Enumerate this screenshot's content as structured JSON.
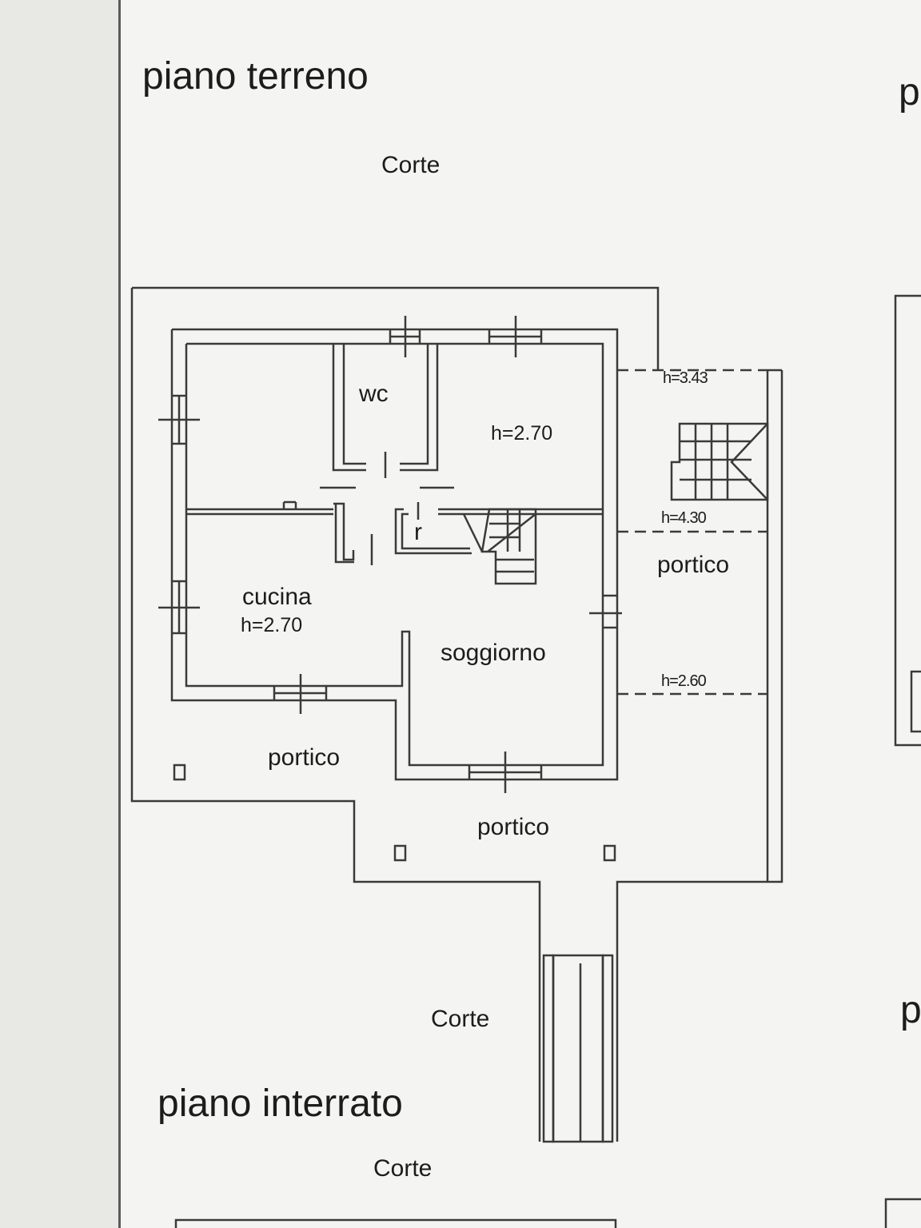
{
  "titles": {
    "ground_floor": "piano terreno",
    "basement": "piano interrato"
  },
  "areas": {
    "corte_top": "Corte",
    "corte_mid": "Corte",
    "corte_bottom": "Corte"
  },
  "rooms": {
    "wc": "wc",
    "room_ne_height": "h=2.70",
    "cucina": "cucina",
    "cucina_height": "h=2.70",
    "soggiorno": "soggiorno",
    "ripostiglio": "r",
    "portico_east": "portico",
    "portico_west": "portico",
    "portico_south": "portico"
  },
  "heights": {
    "h1": "h=3.43",
    "h2": "h=4.30",
    "h3": "h=2.60"
  },
  "edge_labels": {
    "top_right": "p",
    "bottom_right": "p"
  },
  "colors": {
    "paper": "#f4f4f2",
    "ink": "#1c1c1c",
    "wall_line": "#3a3a3a"
  }
}
